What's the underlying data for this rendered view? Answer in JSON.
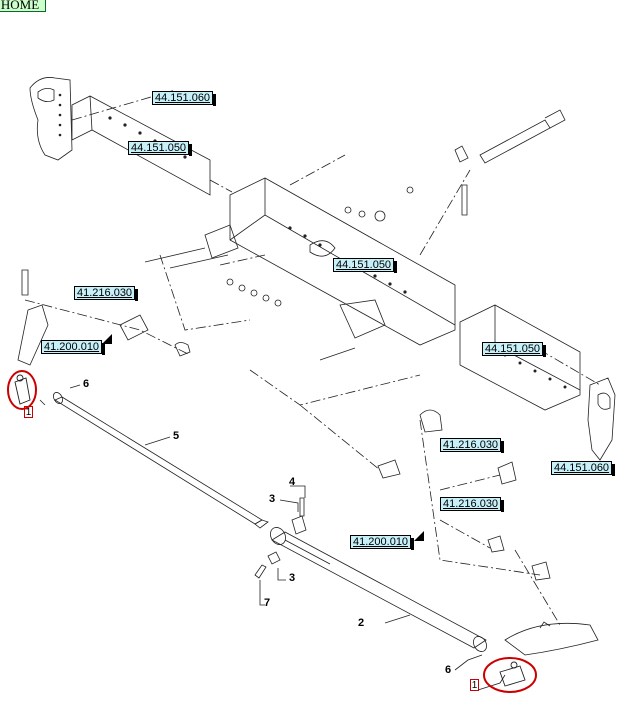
{
  "nav": {
    "home_label": "HOME"
  },
  "references": [
    {
      "id": "ref-44151060-top",
      "label": "44.151.060"
    },
    {
      "id": "ref-44151050-top",
      "label": "44.151.050"
    },
    {
      "id": "ref-41216030-left",
      "label": "41.216.030"
    },
    {
      "id": "ref-44151050-center",
      "label": "44.151.050"
    },
    {
      "id": "ref-41200010-left",
      "label": "41.200.010"
    },
    {
      "id": "ref-44151050-right",
      "label": "44.151.050"
    },
    {
      "id": "ref-41216030-right-upper",
      "label": "41.216.030"
    },
    {
      "id": "ref-44151060-right",
      "label": "44.151.060"
    },
    {
      "id": "ref-41216030-right-lower",
      "label": "41.216.030"
    },
    {
      "id": "ref-41200010-right",
      "label": "41.200.010"
    }
  ],
  "callouts": {
    "n1": "1",
    "n2": "2",
    "n3": "3",
    "n4": "4",
    "n5": "5",
    "n6": "6",
    "n7": "7"
  },
  "colors": {
    "highlight": "#cc0000",
    "ref_bg": "#c8f0f8",
    "home_bg": "#ccffcc"
  }
}
